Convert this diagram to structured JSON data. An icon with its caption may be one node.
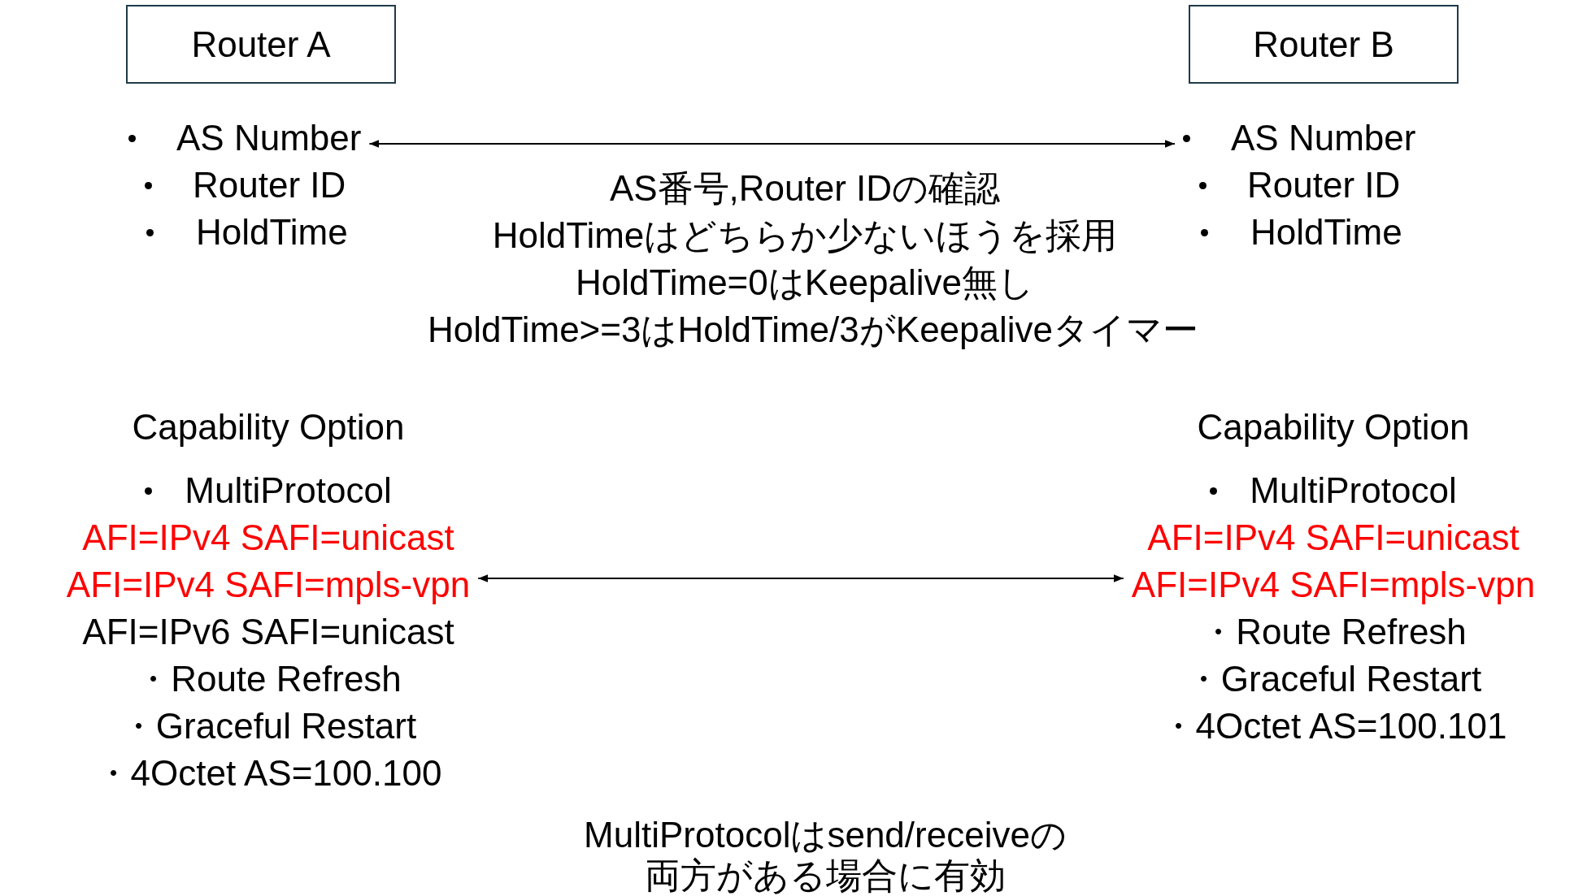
{
  "diagram": {
    "nodes": [
      {
        "text": [
          "Router A"
        ]
      },
      {
        "text": [
          "Router B"
        ]
      },
      {
        "text": [
          "AS Number",
          "Router ID",
          "HoldTime"
        ]
      },
      {
        "text": [
          "AS Number",
          "Router ID",
          "HoldTime"
        ]
      },
      {
        "text": [
          "Capability Option",
          "MultiProtocol",
          "AFI=IPv4 SAFI=unicast",
          "AFI=IPv4 SAFI=mpls-vpn",
          "AFI=IPv6 SAFI=unicast",
          "・Route Refresh",
          "・Graceful Restart",
          "・4Octet AS=100.100"
        ]
      },
      {
        "text": [
          "Capability Option",
          "MultiProtocol",
          "AFI=IPv4 SAFI=unicast",
          "AFI=IPv4 SAFI=mpls-vpn",
          "・Route Refresh",
          "・Graceful Restart",
          "・4Octet AS=100.101"
        ]
      }
    ],
    "edges": [
      {
        "from": 2,
        "to": 3,
        "arrow": "both"
      },
      {
        "from": 4,
        "to": 5,
        "arrow": "both"
      }
    ],
    "labels": [
      "AS番号,Router IDの確認",
      "HoldTimeはどちらか少ないほうを採用",
      "HoldTime=0はKeepalive無し",
      "HoldTime>=3はHoldTime/3がKeepaliveタイマー",
      "MultiProtocolはsend/receiveの両方がある場合に有効"
    ]
  }
}
